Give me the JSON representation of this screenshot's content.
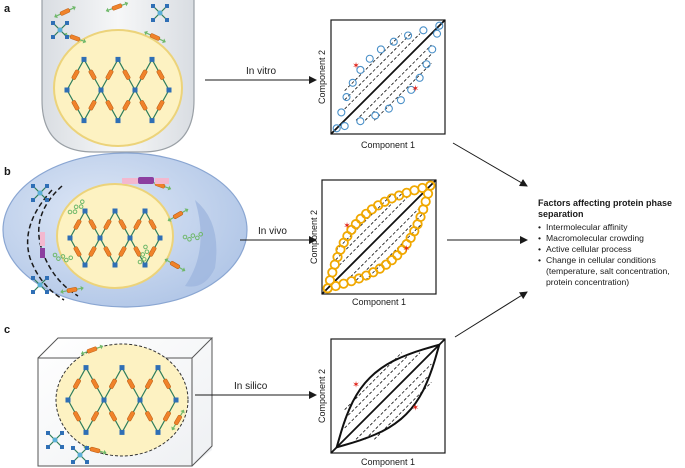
{
  "panels": [
    {
      "letter": "a",
      "arrow_label": "In vitro",
      "xlabel": "Component 1",
      "ylabel": "Component 2",
      "boundary_color": "#4a90c8"
    },
    {
      "letter": "b",
      "arrow_label": "In vivo",
      "xlabel": "Component 1",
      "ylabel": "Component 2",
      "boundary_color": "#f0a800"
    },
    {
      "letter": "c",
      "arrow_label": "In silico",
      "xlabel": "Component 1",
      "ylabel": "Component 2",
      "boundary_color": "#111111"
    }
  ],
  "factors": {
    "title": "Factors affecting protein phase separation",
    "items": [
      "Intermolecular affinity",
      "Macromolecular crowding",
      "Active cellular process",
      "Change in cellular conditions (temperature, salt concentration, protein concentration)"
    ]
  },
  "colors": {
    "droplet_fill": "#fdf2c2",
    "droplet_stroke": "#ecd37a",
    "cell_fill": "#c6d6ef",
    "tube_fill": "#eef0f2",
    "protein_orange": "#f0822a",
    "protein_blue": "#2f6fb5",
    "protein_green": "#6fb86a",
    "tie_point": "#e0241b"
  }
}
